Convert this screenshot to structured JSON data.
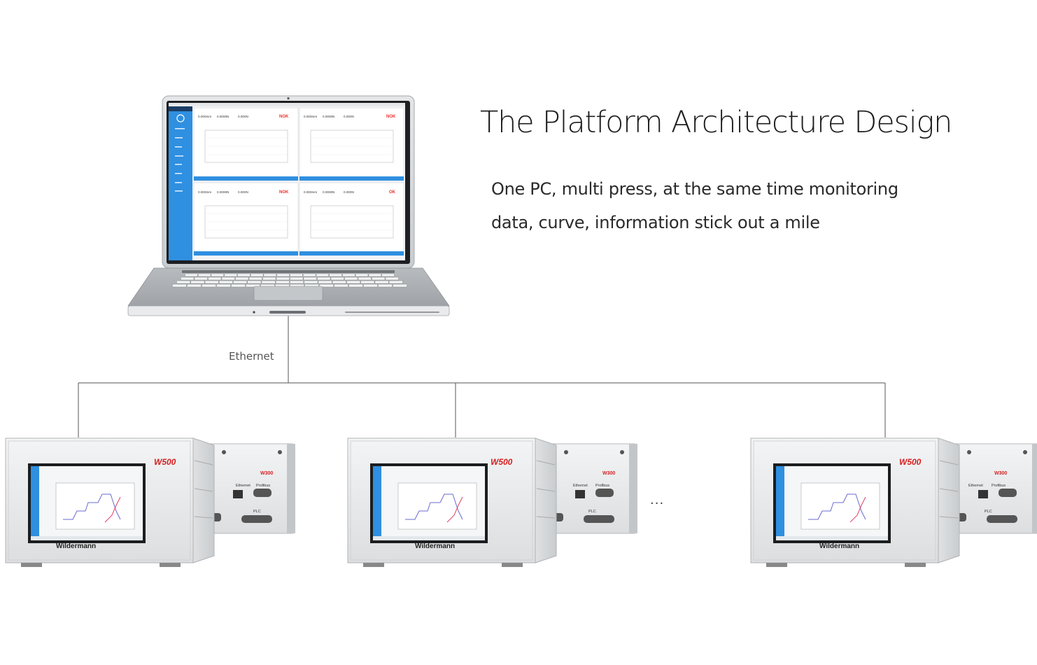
{
  "heading": "The Platform Architecture Design",
  "description": {
    "line1": "One PC, multi press, at the same time monitoring",
    "line2": "data, curve, information stick out a mile"
  },
  "connection_label": "Ethernet",
  "ellipsis": "...",
  "laptop_screen": {
    "panels": [
      {
        "values": [
          "0.000mm",
          "0.0000N",
          "0.000N"
        ],
        "status": "NOK",
        "status_color": "#e8322d"
      },
      {
        "values": [
          "0.000mm",
          "0.0000N",
          "0.000N"
        ],
        "status": "NOK",
        "status_color": "#e8322d"
      },
      {
        "values": [
          "0.000mm",
          "0.0000N",
          "0.000N"
        ],
        "status": "NOK",
        "status_color": "#e8322d"
      },
      {
        "values": [
          "0.000mm",
          "0.0000N",
          "0.000N"
        ],
        "status": "OK",
        "status_color": "#e8322d"
      }
    ],
    "accent": "#2f8fe0"
  },
  "devices": [
    {
      "main_model": "W500",
      "side_model": "W300",
      "brand": "Wildermann",
      "ports": [
        "Ethernet",
        "Profibus",
        "PLC"
      ]
    },
    {
      "main_model": "W500",
      "side_model": "W300",
      "brand": "Wildermann",
      "ports": [
        "Ethernet",
        "Profibus",
        "PLC"
      ]
    },
    {
      "main_model": "W500",
      "side_model": "W300",
      "brand": "Wildermann",
      "ports": [
        "Ethernet",
        "Profibus",
        "PLC"
      ]
    }
  ]
}
